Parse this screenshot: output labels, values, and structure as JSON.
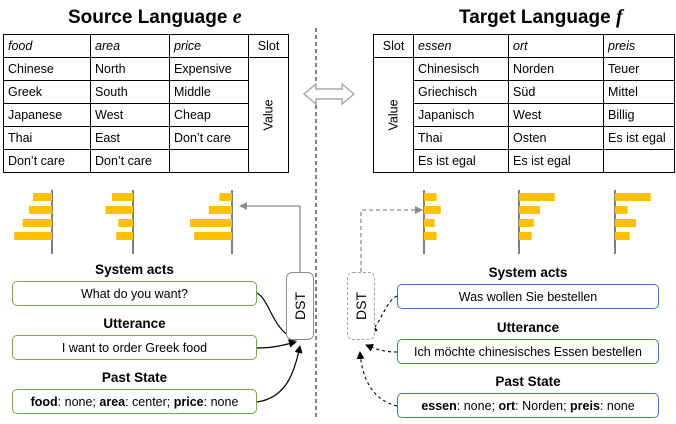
{
  "source": {
    "title": "Source Language",
    "symbol": "e",
    "headers": [
      "food",
      "area",
      "price",
      "Slot"
    ],
    "value_label": "Value",
    "rows": [
      [
        "Chinese",
        "North",
        "Expensive"
      ],
      [
        "Greek",
        "South",
        "Middle"
      ],
      [
        "Japanese",
        "West",
        "Cheap"
      ],
      [
        "Thai",
        "East",
        "Don’t care"
      ],
      [
        "Don’t care",
        "Don’t care",
        ""
      ]
    ],
    "system_acts_label": "System acts",
    "system_acts": "What do you want?",
    "utterance_label": "Utterance",
    "utterance": "I want to order Greek food",
    "past_state_label": "Past State",
    "past_state": [
      {
        "slot": "food",
        "value": ": none; "
      },
      {
        "slot": "area",
        "value": ": center; "
      },
      {
        "slot": "price",
        "value": ": none"
      }
    ],
    "dst_label": "DST"
  },
  "target": {
    "title": "Target Language",
    "symbol": "f",
    "headers": [
      "Slot",
      "essen",
      "ort",
      "preis"
    ],
    "value_label": "Value",
    "rows": [
      [
        "Chinesisch",
        "Norden",
        "Teuer"
      ],
      [
        "Griechisch",
        "Süd",
        "Mittel"
      ],
      [
        "Japanisch",
        "West",
        "Billig"
      ],
      [
        "Thai",
        "Osten",
        "Es ist egal"
      ],
      [
        "Es ist egal",
        "Es ist egal",
        ""
      ]
    ],
    "system_acts_label": "System acts",
    "system_acts": "Was wollen Sie bestellen",
    "utterance_label": "Utterance",
    "utterance": "Ich möchte chinesisches Essen bestellen",
    "past_state_label": "Past State",
    "past_state": [
      {
        "slot": "essen",
        "value": ": none; "
      },
      {
        "slot": "ort",
        "value": ": Norden; "
      },
      {
        "slot": "preis",
        "value": ": none"
      }
    ],
    "dst_label": "DST"
  },
  "colors": {
    "bar": "#ffc000",
    "source_box": "#70ad47",
    "target_box": "#4472c4",
    "dst_border": "#8c8c8c"
  },
  "distributions": {
    "source": [
      [
        0.45,
        0.55,
        0.7,
        0.9
      ],
      [
        0.5,
        0.65,
        0.35,
        0.4
      ],
      [
        0.3,
        0.55,
        1.0,
        0.9
      ]
    ],
    "target": [
      [
        0.3,
        0.4,
        0.25,
        0.3
      ],
      [
        0.85,
        0.5,
        0.35,
        0.3
      ],
      [
        0.85,
        0.3,
        0.5,
        0.35
      ]
    ]
  }
}
